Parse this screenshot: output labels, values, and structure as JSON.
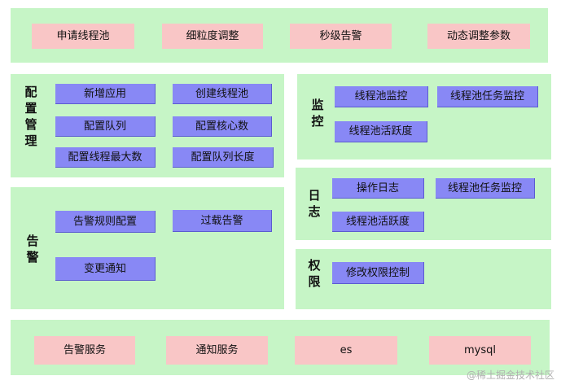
{
  "top": {
    "items": [
      "申请线程池",
      "细粒度调整",
      "秒级告警",
      "动态调整参数"
    ]
  },
  "config": {
    "label": "配置管理",
    "items": [
      "新增应用",
      "创建线程池",
      "配置队列",
      "配置核心数",
      "配置线程最大数",
      "配置队列长度"
    ]
  },
  "alert": {
    "label": "告警",
    "items": [
      "告警规则配置",
      "过载告警",
      "变更通知"
    ]
  },
  "monitor": {
    "label": "监控",
    "items": [
      "线程池监控",
      "线程池任务监控",
      "线程池活跃度"
    ]
  },
  "log": {
    "label": "日志",
    "items": [
      "操作日志",
      "线程池任务监控",
      "线程池活跃度"
    ]
  },
  "permission": {
    "label": "权限",
    "items": [
      "修改权限控制"
    ]
  },
  "bottom": {
    "items": [
      "告警服务",
      "通知服务",
      "es",
      "mysql"
    ]
  },
  "watermark": "@稀土掘金技术社区",
  "colors": {
    "panel": "#c6f5c6",
    "pink_box": "#f9c6c6",
    "purple_box": "#8888f5"
  }
}
